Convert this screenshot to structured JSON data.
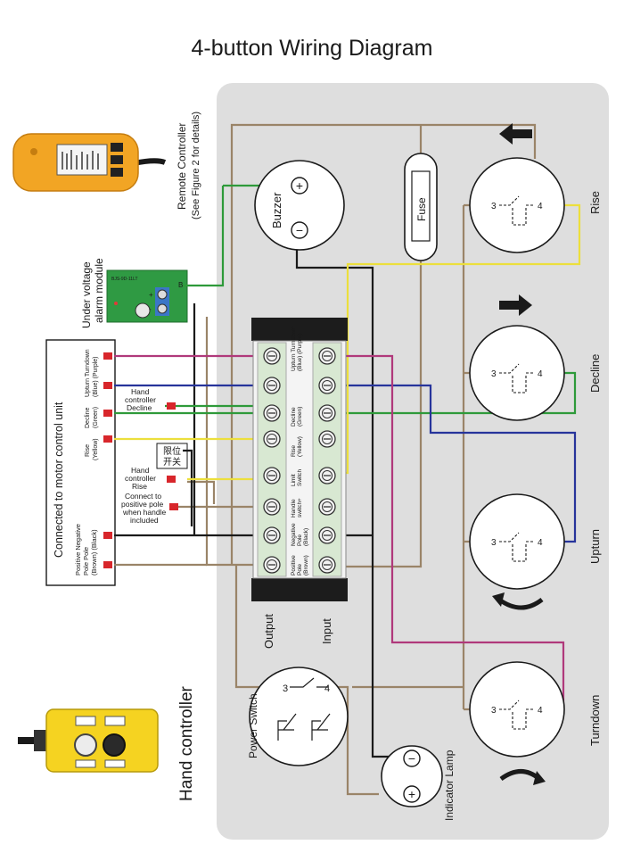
{
  "title": "4-button Wiring Diagram",
  "remote": {
    "line1": "Remote Controller",
    "line2": "(See Figure 2 for details)"
  },
  "alarm": {
    "line1": "Under voltage",
    "line2": "alarm module",
    "pcb_text": "BJS-9D-11LT",
    "plus": "+",
    "minus": "-",
    "b": "B"
  },
  "buzzer": {
    "label": "Buzzer",
    "plus": "+",
    "minus": "−"
  },
  "fuse": {
    "label": "Fuse"
  },
  "motor_unit": {
    "title": "Connected to motor control unit",
    "rows": [
      {
        "line1": "Upturn Turndown",
        "line2": "(Blue) (Purple)"
      },
      {
        "line1": "Decline",
        "line2": "(Green)"
      },
      {
        "line1": "Rise",
        "line2": "(Yellow)"
      },
      {
        "line1": "Positive Negative",
        "line2": "Pole       Pole",
        "line3": "(Brown) (Black)"
      }
    ],
    "hand_decline": {
      "line1": "Hand",
      "line2": "controller",
      "line3": "Decline"
    },
    "hand_rise": {
      "line1": "Hand",
      "line2": "controller",
      "line3": "Rise"
    },
    "positive_note": {
      "line1": "Connect to",
      "line2": "positive pole",
      "line3": "when handle",
      "line4": "included"
    },
    "limit_chinese": {
      "line1": "限位",
      "line2": "开关"
    }
  },
  "terminal": {
    "labels": [
      {
        "line1": "Upturn Turndown",
        "line2": "(Blue) (Purple)"
      },
      {
        "line1": "Decline",
        "line2": "(Green)"
      },
      {
        "line1": "Rise",
        "line2": "(Yellow)"
      },
      {
        "line1": "Limit",
        "line2": "Switch"
      },
      {
        "line1": "Handle",
        "line2": "switch+"
      },
      {
        "line1": "Negative",
        "line2": "Pole",
        "line3": "(Black)"
      },
      {
        "line1": "Positive",
        "line2": "Pole",
        "line3": "(Brown)"
      }
    ],
    "output": "Output",
    "input": "Input"
  },
  "switches": {
    "rise": "Rise",
    "decline": "Decline",
    "upturn": "Upturn",
    "turndown": "Turndown",
    "pin3": "3",
    "pin4": "4"
  },
  "power_switch": {
    "label": "Power Switch",
    "pin3": "3",
    "pin4": "4"
  },
  "indicator": {
    "label": "Indicator Lamp",
    "plus": "+",
    "minus": "−"
  },
  "hand_controller": {
    "label": "Hand controller"
  },
  "colors": {
    "panel": "#dedede",
    "brown": "#9a8468",
    "black": "#1a1a1a",
    "green": "#2e9a3a",
    "blue": "#27349b",
    "yellow": "#ecdf3c",
    "purple": "#b0397b",
    "terminal_green": "#d8e8d2"
  }
}
